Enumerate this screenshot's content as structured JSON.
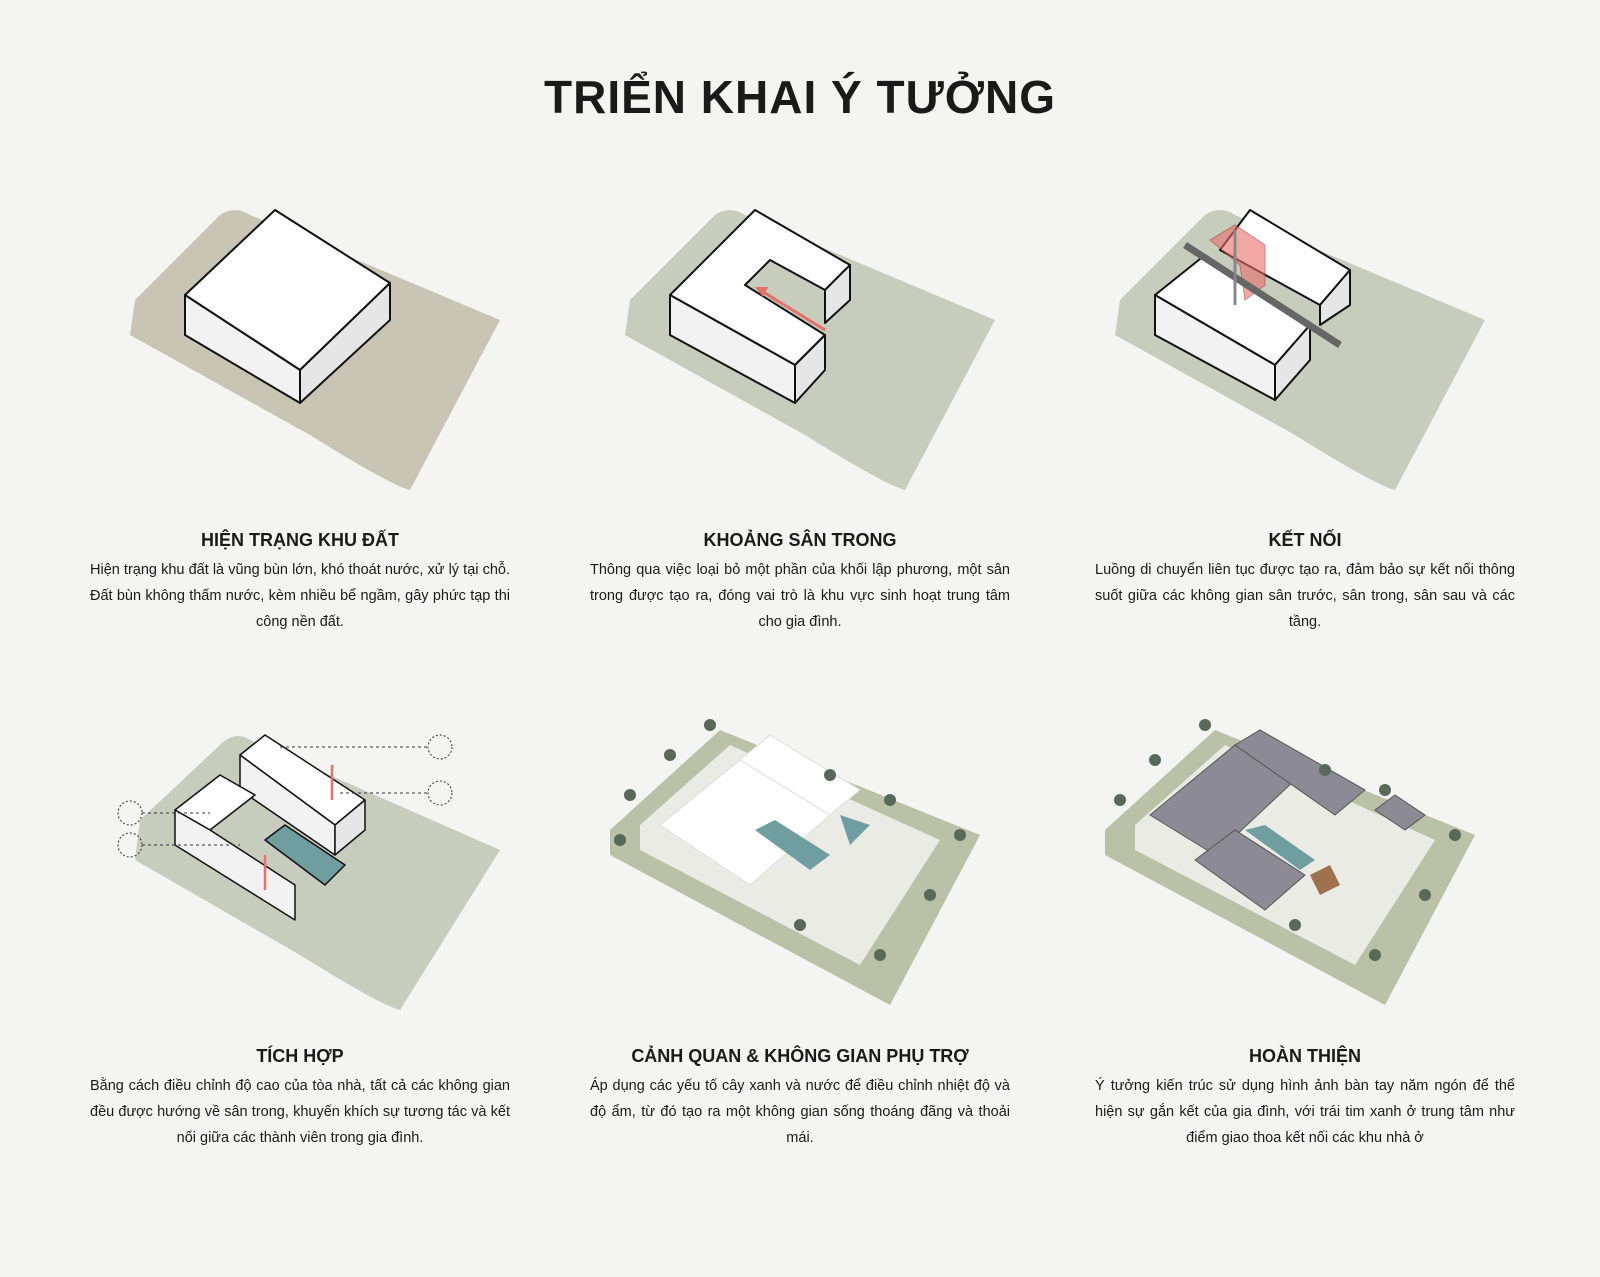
{
  "title": "TRIỂN KHAI Ý TƯỞNG",
  "panels": [
    {
      "heading": "HIỆN TRẠNG KHU ĐẤT",
      "text": "Hiện trạng khu đất là vũng bùn lớn, khó thoát nước, xử lý tại chỗ. Đất bùn không thấm nước, kèm nhiều bể ngầm, gây phức tạp thi công nền đất."
    },
    {
      "heading": "KHOẢNG SÂN TRONG",
      "text": "Thông qua việc loại bỏ một phần của khối lập phương, một sân trong được tạo ra, đóng vai trò là khu vực sinh hoạt trung tâm cho gia đình."
    },
    {
      "heading": "KẾT NỐI",
      "text": "Luồng di chuyển liên tục được tạo ra, đảm bảo sự kết nối thông suốt giữa các không gian sân trước, sân trong, sân sau và các tầng."
    },
    {
      "heading": "TÍCH HỢP",
      "text": "Bằng cách điều chỉnh độ cao của tòa nhà, tất cả các không gian đều được hướng về sân trong, khuyến khích sự tương tác và kết nối giữa các thành viên trong gia đình."
    },
    {
      "heading": "CẢNH QUAN & KHÔNG GIAN PHỤ TRỢ",
      "text": "Áp dụng các yếu tố cây xanh và nước để điều chỉnh nhiệt độ và độ ẩm, từ đó tạo ra một không gian sống thoáng đãng và thoải mái."
    },
    {
      "heading": "HOÀN THIỆN",
      "text": "Ý tưởng kiến trúc sử dụng hình ảnh bàn tay năm ngón để thể hiện sự gắn kết của gia đình, với trái tim xanh ở trung tâm như điểm giao thoa kết nối các khu nhà ở"
    }
  ],
  "colors": {
    "site_mud": "#c9c5b4",
    "site_green": "#c8ccbc",
    "accent_red": "#e8706a",
    "water": "#6f9da0",
    "roof": "#8c8a94"
  }
}
